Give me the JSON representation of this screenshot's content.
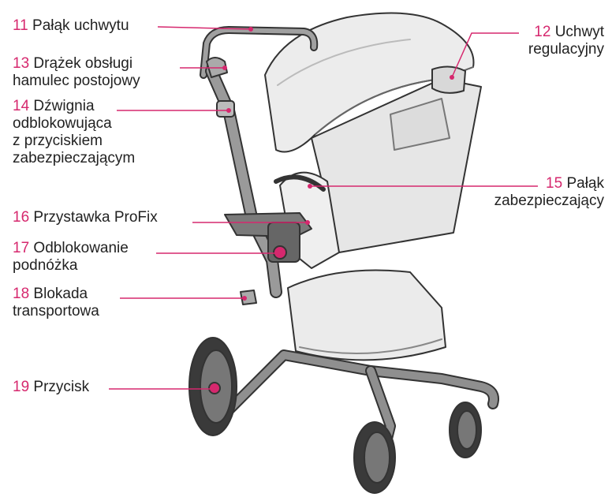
{
  "colors": {
    "accent": "#d6286e",
    "text": "#222222",
    "fabric": "#e9e9e9",
    "frame": "#8f8f8f",
    "outline": "#333333",
    "tire": "#3a3a3a"
  },
  "labels": [
    {
      "id": "11",
      "num": "11",
      "lines": [
        "Pałąk uchwytu"
      ]
    },
    {
      "id": "12",
      "num": "12",
      "lines": [
        "Uchwyt",
        "regulacyjny"
      ]
    },
    {
      "id": "13",
      "num": "13",
      "lines": [
        "Drążek obsługi",
        "hamulec postojowy"
      ]
    },
    {
      "id": "14",
      "num": "14",
      "lines": [
        "Dźwignia",
        "odblokowująca",
        "z przyciskiem",
        "zabezpieczającym"
      ]
    },
    {
      "id": "15",
      "num": "15",
      "lines": [
        "Pałąk",
        "zabezpieczający"
      ]
    },
    {
      "id": "16",
      "num": "16",
      "lines": [
        "Przystawka ProFix"
      ]
    },
    {
      "id": "17",
      "num": "17",
      "lines": [
        "Odblokowanie",
        "podnóżka"
      ]
    },
    {
      "id": "18",
      "num": "18",
      "lines": [
        "Blokada",
        "transportowa"
      ]
    },
    {
      "id": "19",
      "num": "19",
      "lines": [
        "Przycisk"
      ]
    }
  ]
}
